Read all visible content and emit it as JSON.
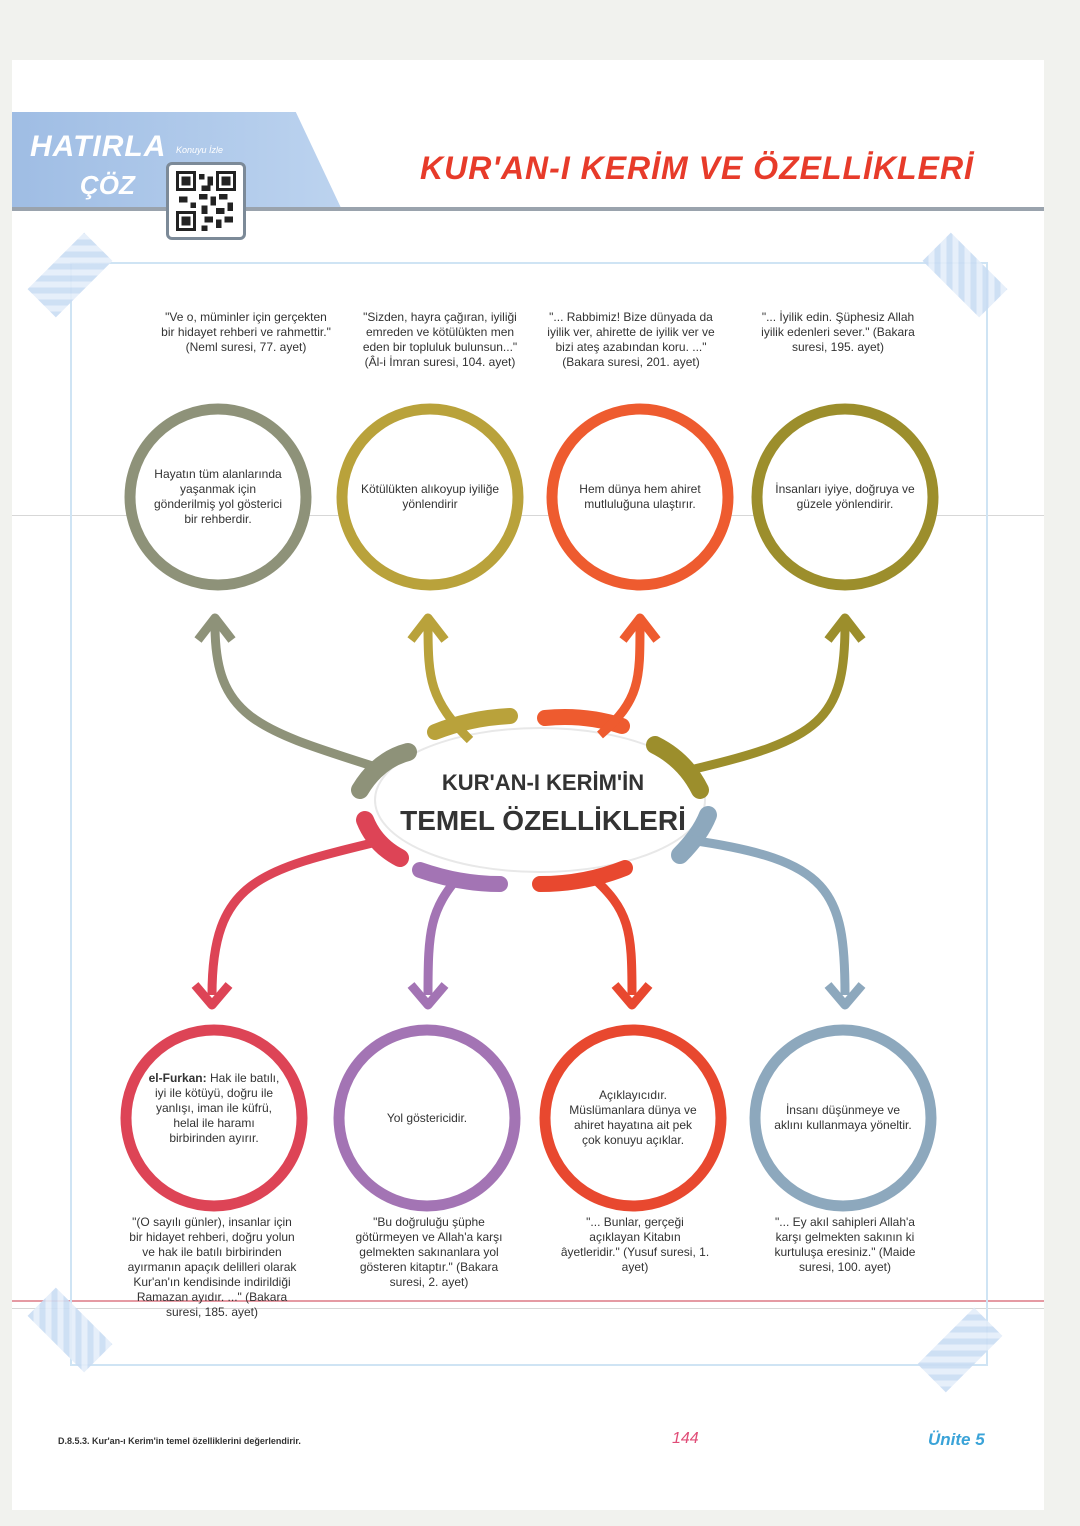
{
  "header": {
    "hatirla": "HATIRLA",
    "coz": "ÇÖZ",
    "konuyu_izle": "Konuyu İzle",
    "title": "KUR'AN-I KERİM VE ÖZELLİKLERİ"
  },
  "center": {
    "line1": "KUR'AN-I KERİM'İN",
    "line2": "TEMEL ÖZELLİKLERİ"
  },
  "colors": {
    "olive_grey": "#8e9279",
    "gold": "#b9a23b",
    "orange": "#ee5b2f",
    "olive": "#9c8e2c",
    "red": "#dd4456",
    "purple": "#a374b4",
    "red_orange": "#e8482f",
    "blue_grey": "#8da8bd"
  },
  "top_items": [
    {
      "quote": "\"Ve o, müminler için gerçekten bir hidayet rehberi ve rahmettir.\" (Neml suresi, 77. ayet)",
      "text": "Hayatın tüm alanlarında yaşanmak için gönderilmiş yol gösterici bir rehberdir."
    },
    {
      "quote": "\"Sizden, hayra çağıran, iyiliği emreden ve kötülükten men eden bir topluluk bulunsun...\" (Âl-i İmran suresi, 104. ayet)",
      "text": "Kötülükten alıkoyup iyiliğe yönlendirir"
    },
    {
      "quote": "\"... Rabbimiz! Bize dünyada da iyilik ver, ahirette de iyilik ver ve bizi ateş azabından koru. ...\" (Bakara suresi, 201. ayet)",
      "text": "Hem dünya hem ahiret mutluluğuna ulaştırır."
    },
    {
      "quote": "\"... İyilik edin. Şüphesiz Allah iyilik edenleri sever.\" (Bakara suresi, 195. ayet)",
      "text": "İnsanları iyiye, doğruya ve güzele yönlendirir."
    }
  ],
  "bottom_items": [
    {
      "label": "el-Furkan:",
      "text": "Hak ile batılı, iyi ile kötüyü, doğru ile yanlışı, iman ile küfrü, helal ile haramı birbirinden ayırır.",
      "quote": "\"(O sayılı günler), insanlar için bir hidayet rehberi, doğru yolun ve hak ile batılı birbirinden ayırmanın apaçık delilleri olarak Kur'an'ın kendisinde indirildiği Ramazan ayıdır. ...\" (Bakara suresi, 185. ayet)"
    },
    {
      "label": "",
      "text": "Yol göstericidir.",
      "quote": "\"Bu doğruluğu şüphe götürmeyen ve Allah'a karşı gelmekten sakınanlara yol gösteren kitaptır.\" (Bakara suresi, 2. ayet)"
    },
    {
      "label": "",
      "text": "Açıklayıcıdır. Müslümanlara dünya ve ahiret hayatına ait pek çok konuyu açıklar.",
      "quote": "\"... Bunlar, gerçeği açıklayan Kitabın âyetleridir.\" (Yusuf suresi, 1. ayet)"
    },
    {
      "label": "",
      "text": "İnsanı düşünmeye ve aklını kullanmaya yöneltir.",
      "quote": "\"... Ey akıl sahipleri Allah'a karşı gelmekten sakının ki kurtuluşa eresiniz.\" (Maide suresi, 100. ayet)"
    }
  ],
  "footer": {
    "code": "D.8.5.3. Kur'an-ı Kerim'in temel özelliklerini değerlendirir.",
    "page": "144",
    "unit": "Ünite 5"
  }
}
